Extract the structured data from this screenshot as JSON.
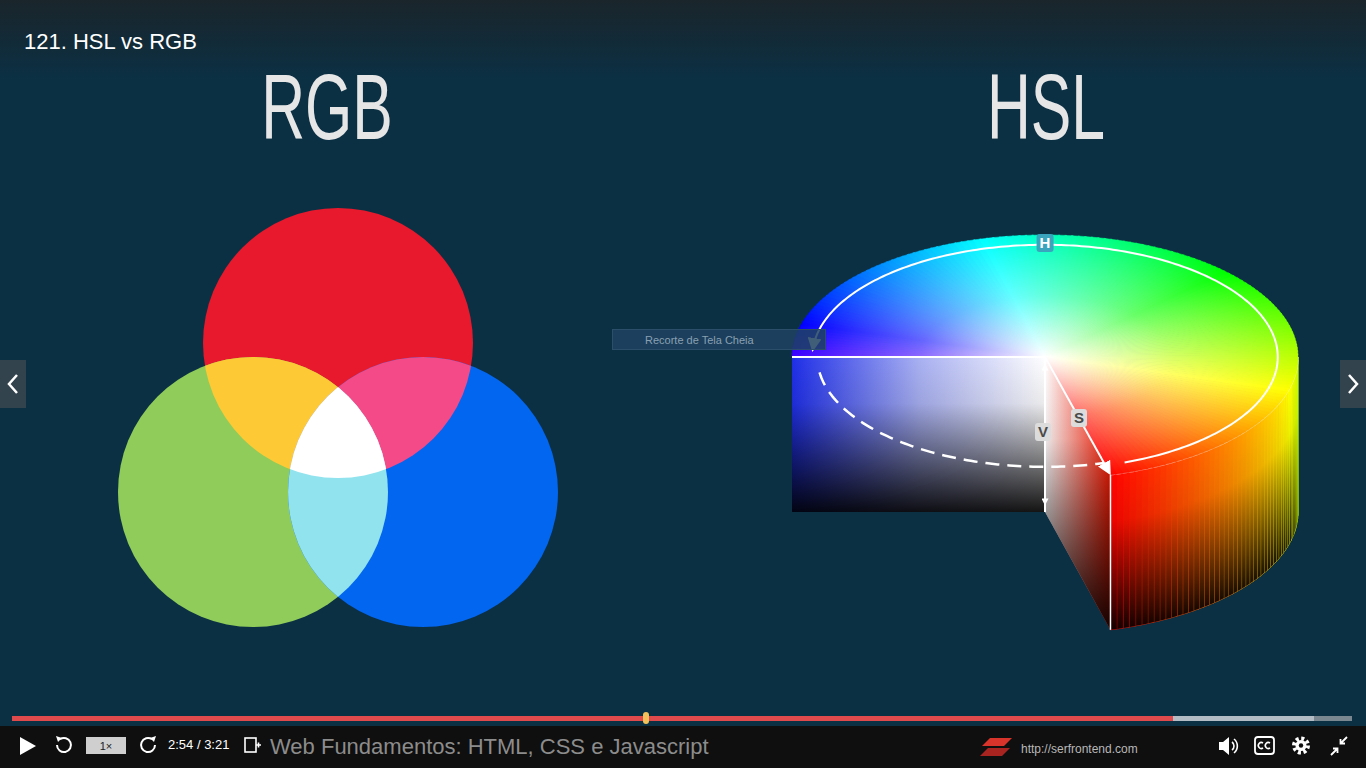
{
  "diagram": {
    "title": "121. HSL vs RGB",
    "nodes": [
      {
        "text": [
          "1×"
        ]
      },
      {
        "text": [
          "Recorte de Tela Cheia"
        ]
      }
    ],
    "labels": [
      "RGB",
      "HSL",
      "H",
      "S",
      "V",
      "2:54 / 3:21",
      "Web Fundamentos: HTML, CSS e Javascript",
      "http://serfrontend.com"
    ]
  }
}
